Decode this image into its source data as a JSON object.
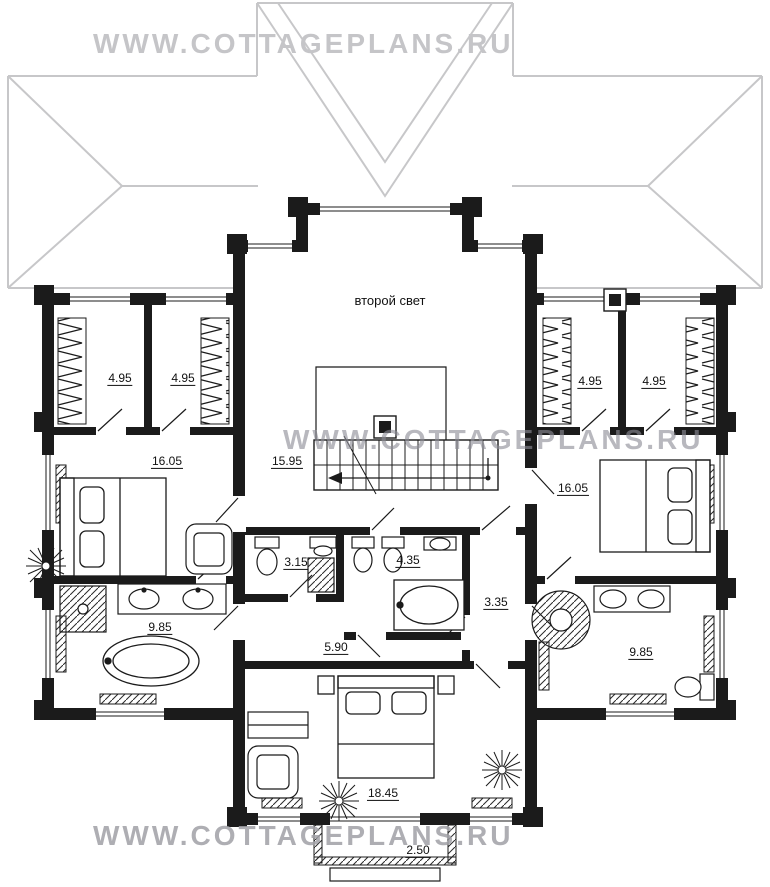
{
  "watermarks": {
    "top": "WWW.COTTAGEPLANS.RU",
    "middle": "WWW.COTTAGEPLANS.RU",
    "bottom": "WWW.COTTAGEPLANS.RU"
  },
  "plan": {
    "second_light": {
      "label": "второй свет"
    },
    "rooms": [
      {
        "id": "closet-left-1",
        "area": "4.95"
      },
      {
        "id": "closet-left-2",
        "area": "4.95"
      },
      {
        "id": "bedroom-left",
        "area": "16.05"
      },
      {
        "id": "hall-stairs",
        "area": "15.95"
      },
      {
        "id": "wc",
        "area": "3.15"
      },
      {
        "id": "bathroom-center",
        "area": "4.35"
      },
      {
        "id": "corridor-right",
        "area": "3.35"
      },
      {
        "id": "corridor-center",
        "area": "5.90"
      },
      {
        "id": "bathroom-left",
        "area": "9.85"
      },
      {
        "id": "closet-right-1",
        "area": "4.95"
      },
      {
        "id": "closet-right-2",
        "area": "4.95"
      },
      {
        "id": "bedroom-right",
        "area": "16.05"
      },
      {
        "id": "bathroom-right",
        "area": "9.85"
      },
      {
        "id": "bedroom-bottom",
        "area": "18.45"
      },
      {
        "id": "balcony",
        "area": "2.50"
      }
    ]
  },
  "colors": {
    "wall": "#1b1b1b",
    "roof_line": "#c7c7c9",
    "watermark": "#c5c5c8"
  }
}
